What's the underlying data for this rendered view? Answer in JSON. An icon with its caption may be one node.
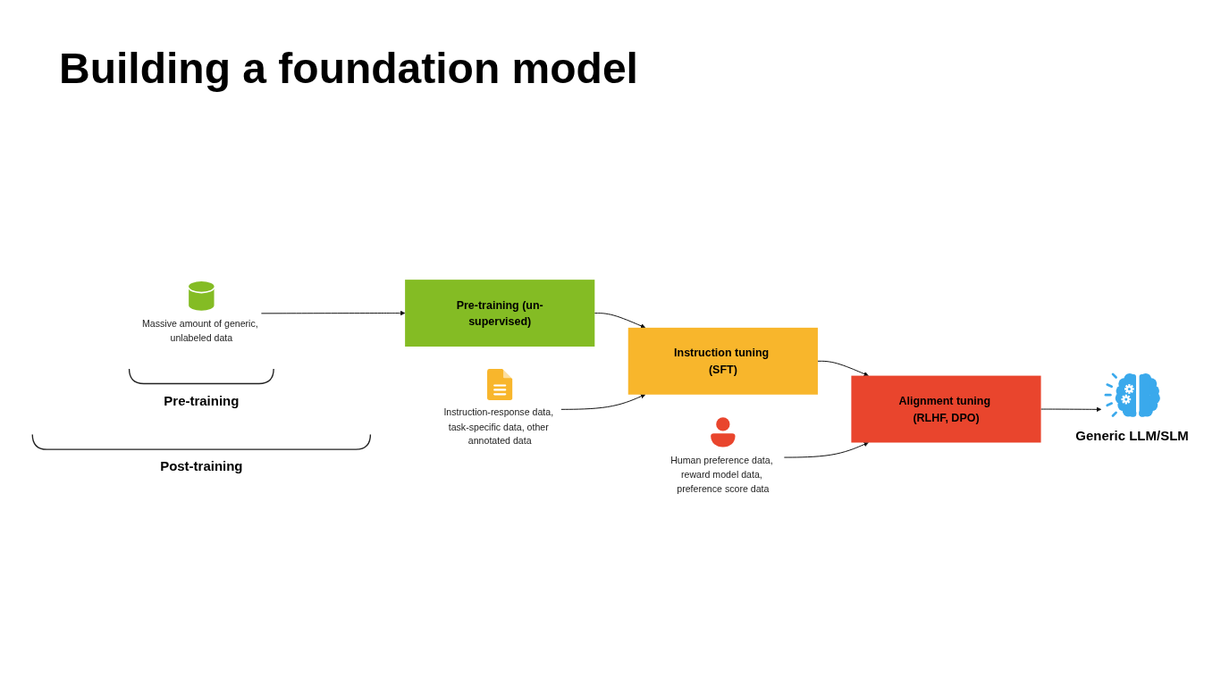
{
  "diagram": {
    "title": "Building a foundation model",
    "nodes": [
      {
        "text": [
          "Pre-training (un-supervised)"
        ]
      },
      {
        "text": [
          "Instruction tuning (SFT)"
        ]
      },
      {
        "text": [
          "Alignment tuning (RLHF, DPO)"
        ]
      },
      {
        "text": [
          "Generic LLM/SLM"
        ]
      },
      {
        "text": [
          "Massive amount of generic, unlabeled data"
        ]
      },
      {
        "text": [
          "Instruction-response data, task-specific data, other annotated data"
        ]
      },
      {
        "text": [
          "Human preference data, reward model data, preference score data"
        ]
      },
      {
        "text": [
          "Pre-training"
        ]
      },
      {
        "text": [
          "Post-training"
        ]
      }
    ],
    "edges": [
      {
        "from": 0,
        "to": 1,
        "arrow": "to"
      },
      {
        "from": 1,
        "to": 2,
        "arrow": "to"
      },
      {
        "from": 2,
        "to": 3,
        "arrow": "to"
      },
      {
        "from": 4,
        "to": 0,
        "arrow": "to"
      },
      {
        "from": 5,
        "to": 1,
        "arrow": "to"
      },
      {
        "from": 6,
        "to": 2,
        "arrow": "to"
      }
    ]
  }
}
